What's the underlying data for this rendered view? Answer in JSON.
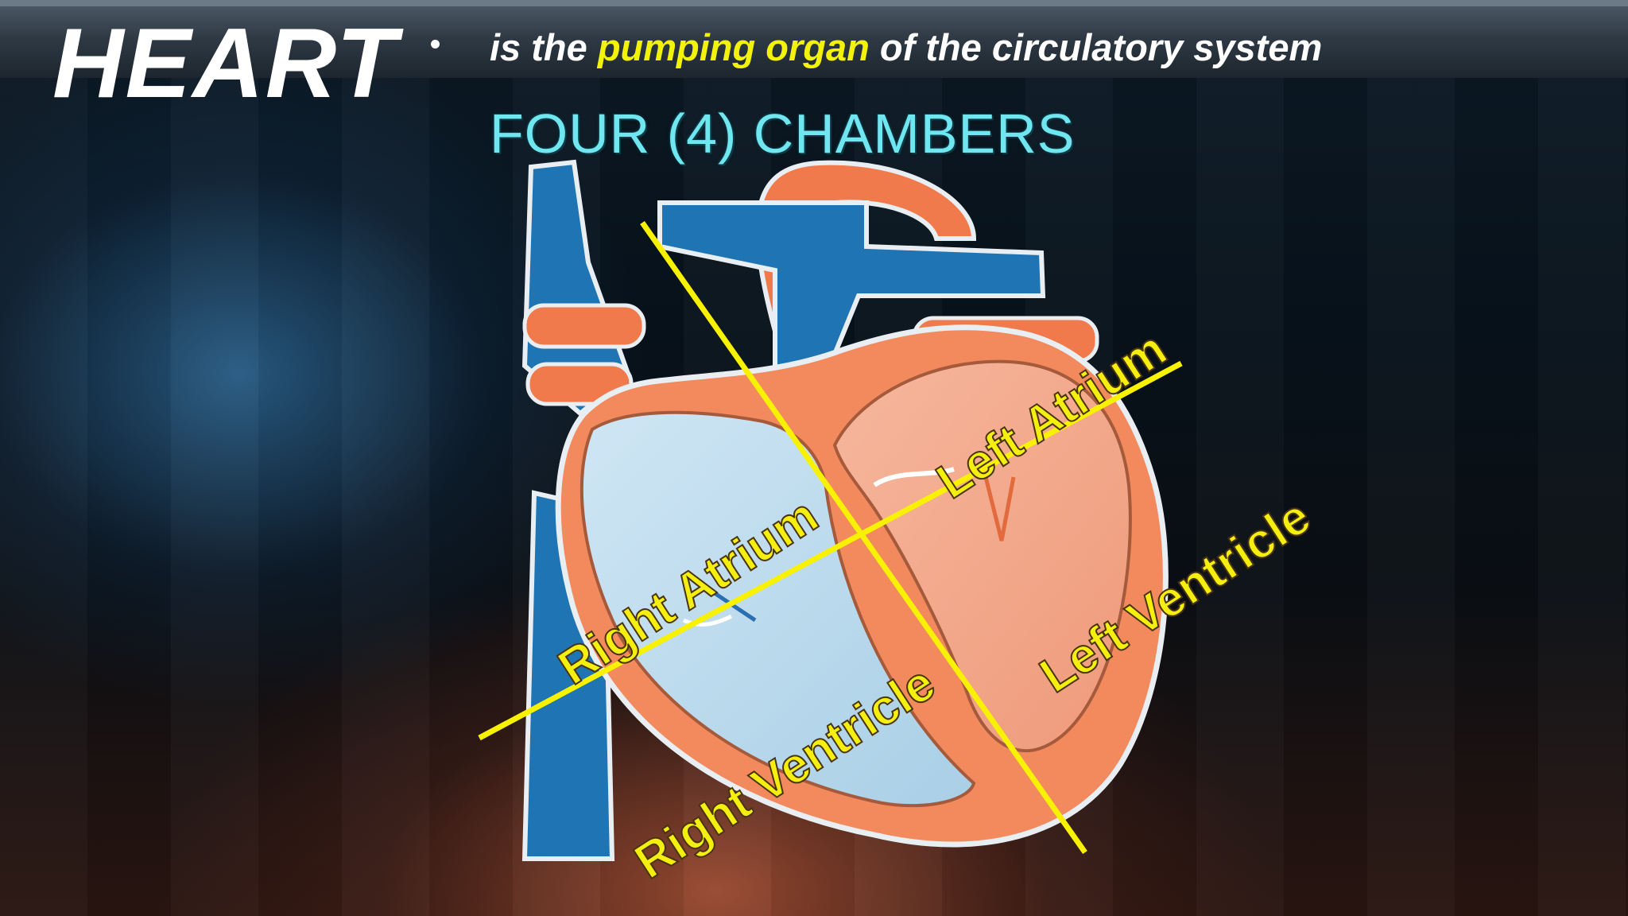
{
  "slide": {
    "title": "HEART",
    "definition": {
      "prefix": "is the ",
      "highlight": "pumping organ",
      "suffix": " of the circulatory system"
    },
    "subheading": "FOUR (4) CHAMBERS"
  },
  "diagram": {
    "labels": {
      "right_atrium": "Right Atrium",
      "left_atrium": "Left Atrium",
      "right_ventricle": "Right Ventricle",
      "left_ventricle": "Left Ventricle"
    },
    "colors": {
      "vessel_blue": "#1f74b4",
      "artery_orange": "#f07a4c",
      "chamber_right": "#bcdcef",
      "chamber_left": "#f4ad92",
      "divider_yellow": "#f8f200",
      "label_yellow": "#f4ef0e",
      "highlight_yellow": "#f3f20a",
      "subheading_cyan": "#6fe6f0"
    }
  }
}
